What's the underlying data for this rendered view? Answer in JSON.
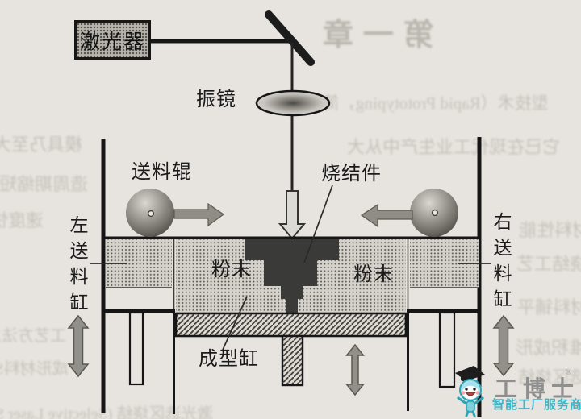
{
  "diagram": {
    "labels": {
      "laser": "激光器",
      "galvanometer": "振镜",
      "feed_roller": "送料辊",
      "sintered_part": "烧结件",
      "powder_left": "粉末",
      "powder_right": "粉末",
      "left_feed_cylinder": "左送料缸",
      "right_feed_cylinder": "右送料缸",
      "forming_cylinder": "成型缸"
    },
    "colors": {
      "paper": "#e7e4df",
      "ink": "#161616",
      "powder_fill": "#d5d2cb",
      "powder_dot": "#5f5d56",
      "sintered_part": "#3a3a38",
      "arrow_gray": "#92908a",
      "beam_arrow_fill": "#dcdad5"
    }
  },
  "watermark": {
    "brand": "工博士",
    "registered_mark": "®",
    "tagline": "智能工厂服务商",
    "brand_color": "#8f8f8f",
    "tagline_color": "#3fb3c4"
  },
  "bleed_through": {
    "b1": "第一章",
    "b2": "型技术（Rapid Prototyping，简称",
    "b3": "模具乃至大型",
    "b4": "它已在现代工业生产中从大",
    "b5": "造周期缩短数倍",
    "b6": "速度快",
    "b7": "材料性能",
    "b8": "激光烧结工艺",
    "b9": "粉末材料铺平",
    "b10": "层层堆积成形",
    "b11": "选区烧结",
    "b12": "工艺方法之一",
    "b13": "成形材料SLS",
    "b14": "激光选区烧结 (Selective Laser Sintering)，简"
  }
}
